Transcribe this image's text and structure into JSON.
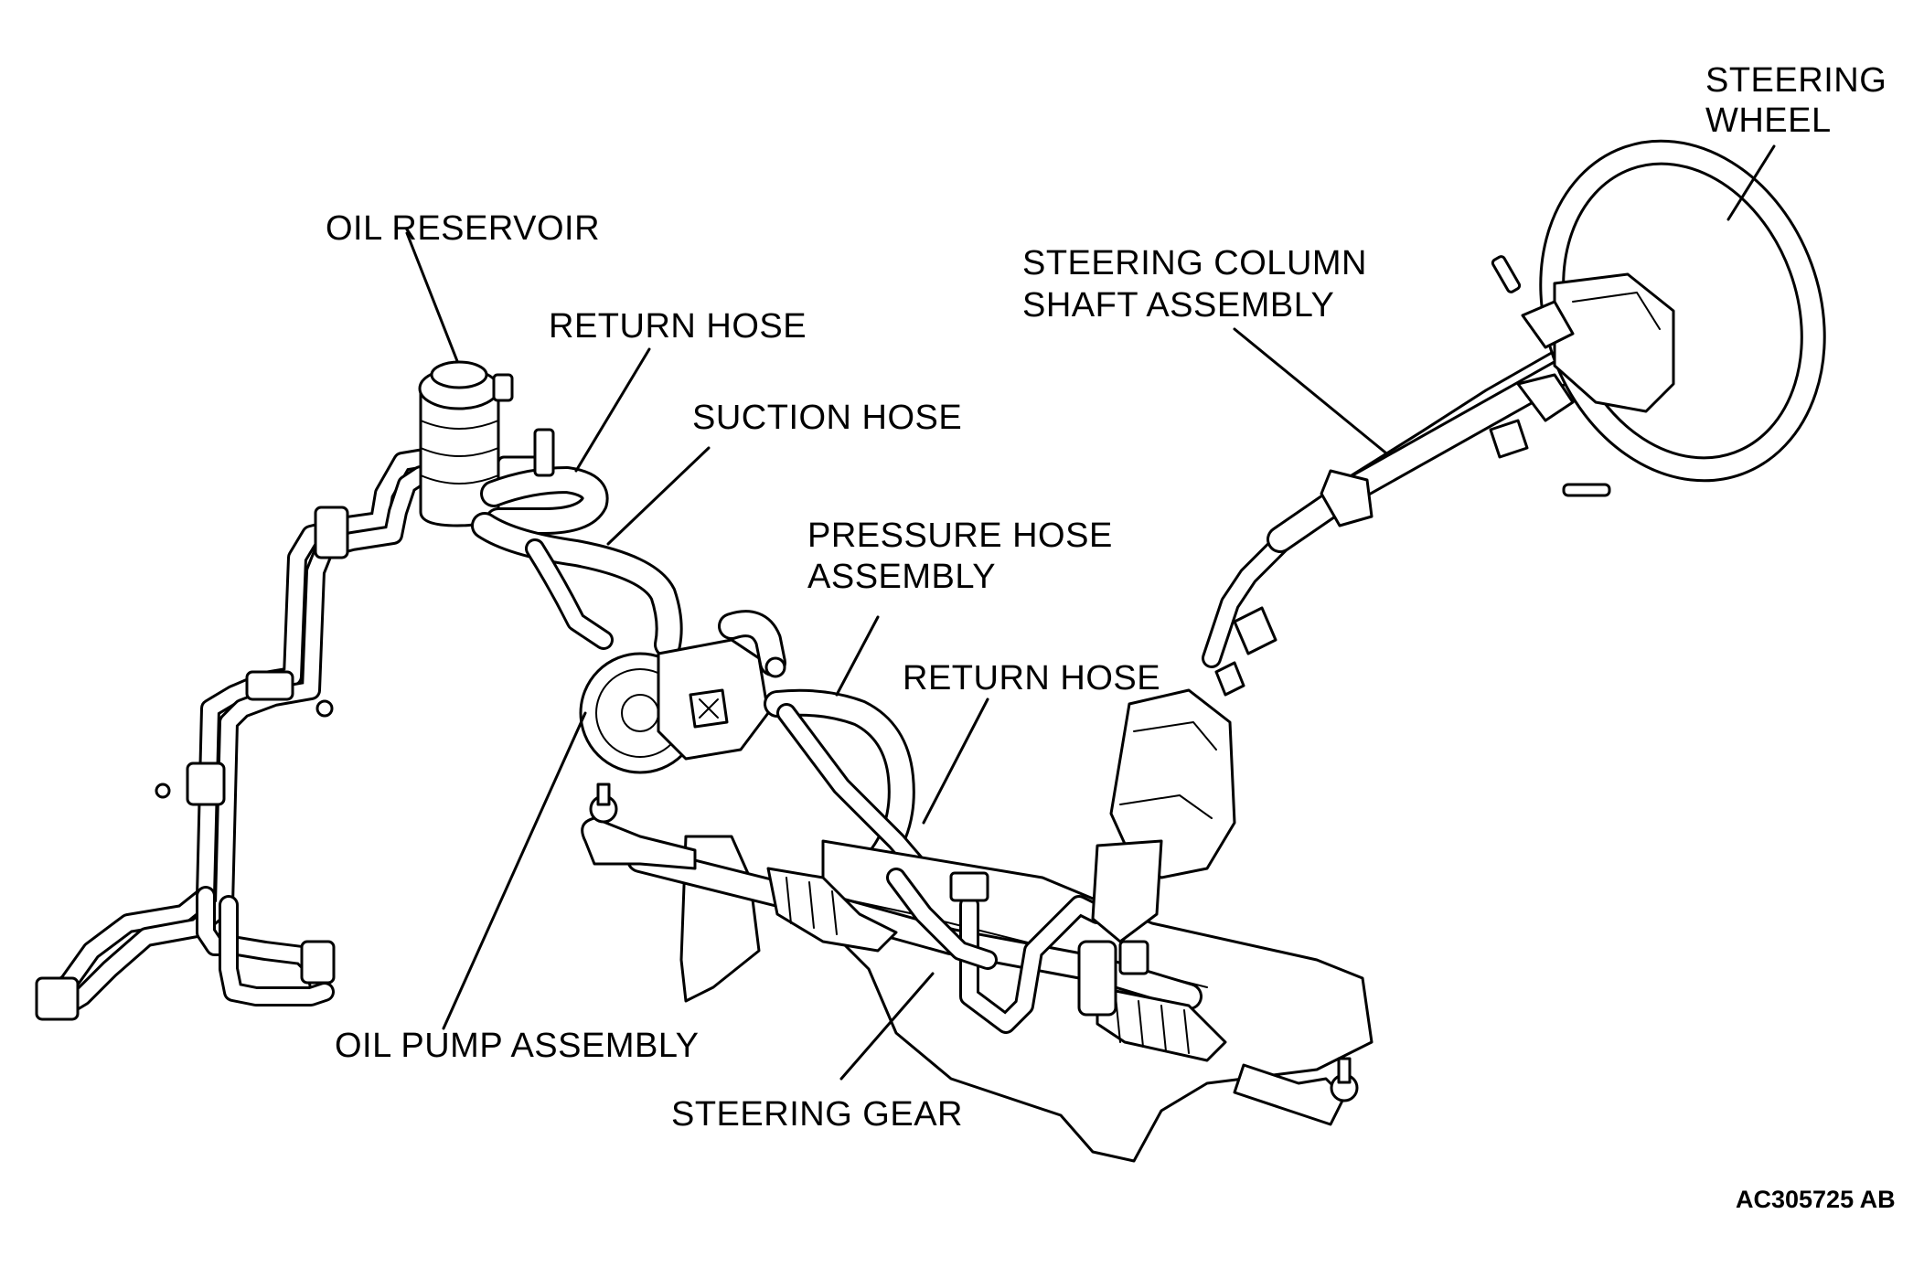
{
  "labels": {
    "steering_wheel_line1": "STEERING",
    "steering_wheel_line2": "WHEEL",
    "oil_reservoir": "OIL RESERVOIR",
    "return_hose_top": "RETURN HOSE",
    "suction_hose": "SUCTION HOSE",
    "steering_column_line1": "STEERING COLUMN",
    "steering_column_line2": "SHAFT ASSEMBLY",
    "pressure_hose_line1": "PRESSURE HOSE",
    "pressure_hose_line2": "ASSEMBLY",
    "return_hose_mid": "RETURN HOSE",
    "oil_pump": "OIL PUMP ASSEMBLY",
    "steering_gear": "STEERING GEAR"
  },
  "figure_code": "AC305725 AB"
}
